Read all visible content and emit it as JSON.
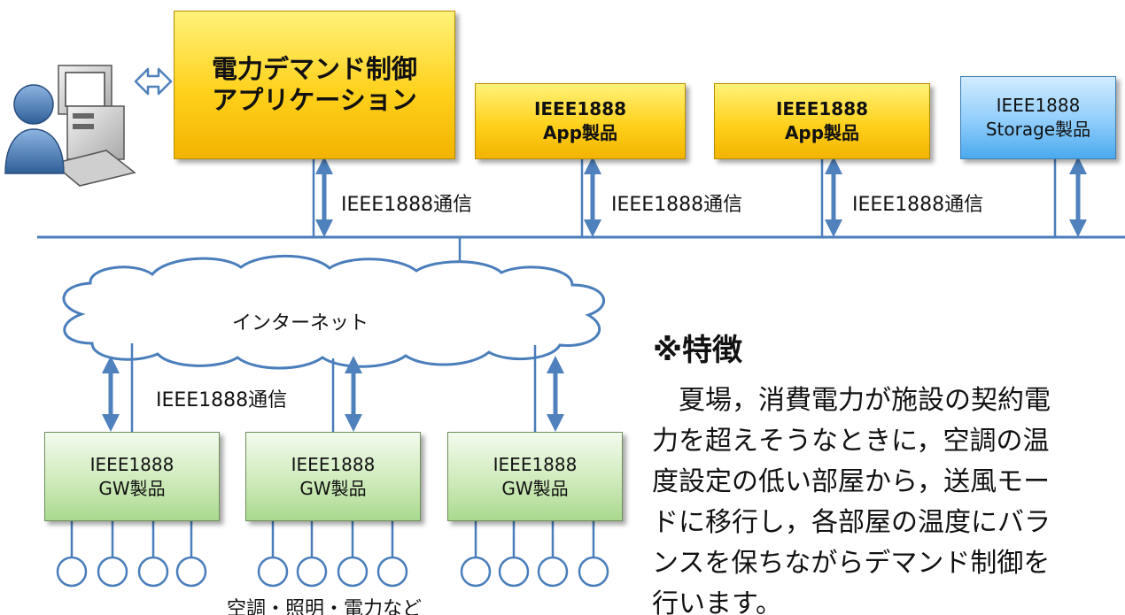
{
  "app_box": {
    "line1": "電力デマンド制御",
    "line2": "アプリケーション"
  },
  "app_products": [
    {
      "line1": "IEEE1888",
      "line2": "App製品"
    },
    {
      "line1": "IEEE1888",
      "line2": "App製品"
    }
  ],
  "storage_product": {
    "line1": "IEEE1888",
    "line2": "Storage製品"
  },
  "comm_labels": [
    "IEEE1888通信",
    "IEEE1888通信",
    "IEEE1888通信",
    "IEEE1888通信"
  ],
  "internet_label": "インターネット",
  "gw_products": [
    {
      "line1": "IEEE1888",
      "line2": "GW製品"
    },
    {
      "line1": "IEEE1888",
      "line2": "GW製品"
    },
    {
      "line1": "IEEE1888",
      "line2": "GW製品"
    }
  ],
  "devices_label": "空調・照明・電力など",
  "feature": {
    "title": "※特徴",
    "body": "　夏場，消費電力が施設の契約電\n力を超えそうなときに，空調の温\n度設定の低い部屋から，送風モー\nドに移行し，各部屋の温度にバラ\nンスを保ちながらデマンド制御を\n行います。"
  },
  "colors": {
    "line": "#4a7ebb",
    "arrow": "#4f81bd",
    "app_fill": "#ffd11c",
    "storage_fill": "#8fcdfb",
    "gw_fill": "#cbe9b6"
  }
}
